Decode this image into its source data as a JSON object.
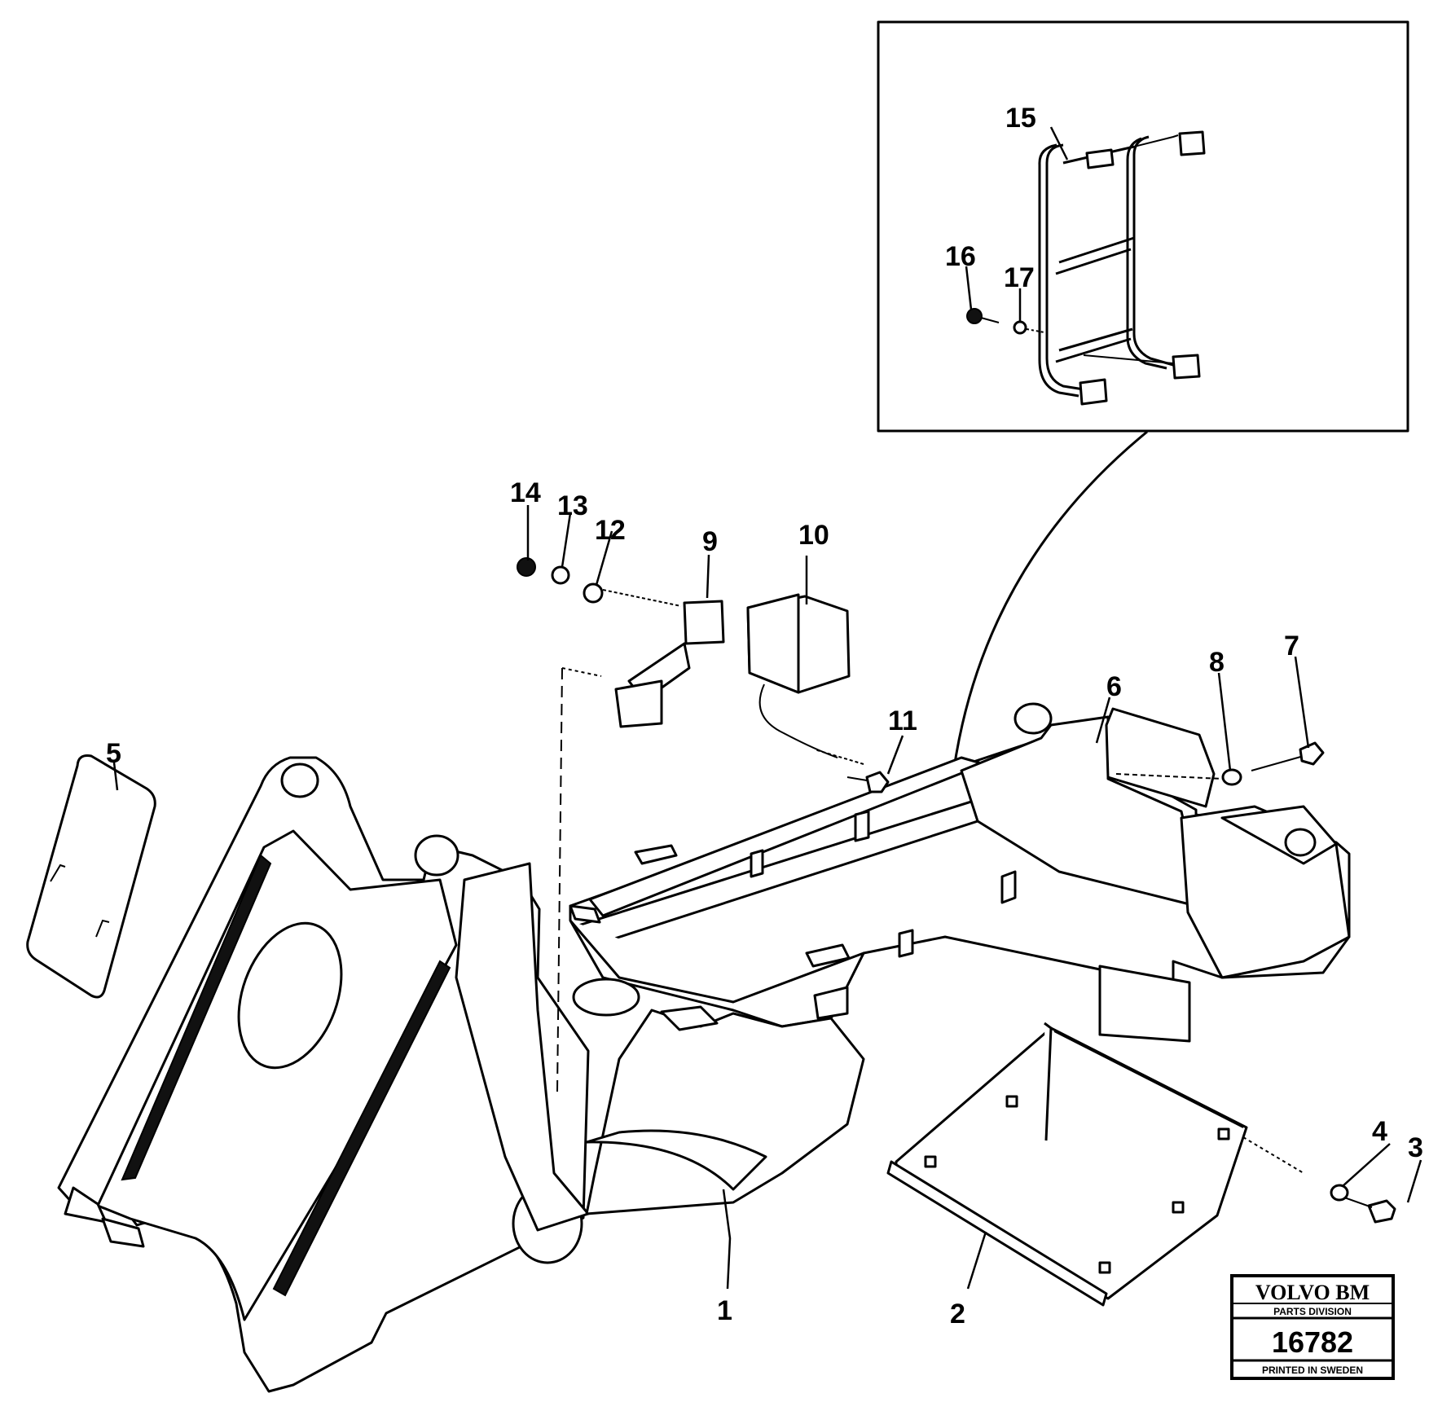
{
  "callouts": [
    "1",
    "2",
    "3",
    "4",
    "5",
    "6",
    "7",
    "8",
    "9",
    "10",
    "11",
    "12",
    "13",
    "14",
    "15",
    "16",
    "17"
  ],
  "stamp": {
    "brand": "VOLVO BM",
    "division": "PARTS DIVISION",
    "number": "16782",
    "footer": "PRINTED IN SWEDEN"
  }
}
